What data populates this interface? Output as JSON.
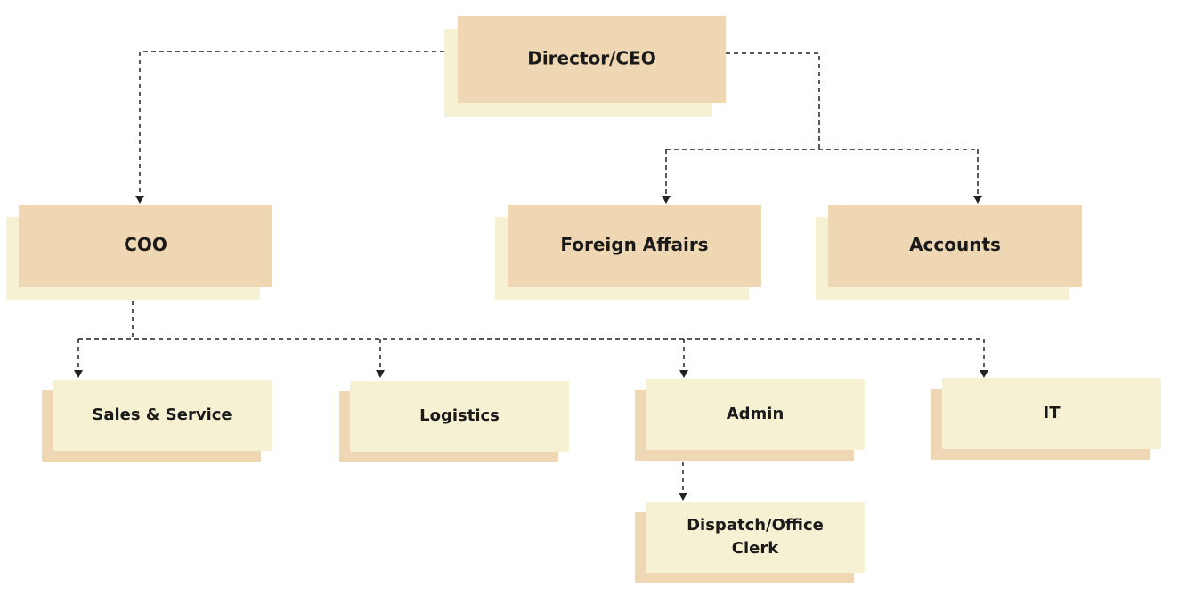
{
  "colors": {
    "tan": "#efd7b4",
    "cream": "#f7f1d3",
    "text": "#1a1a1a",
    "line": "#222222"
  },
  "nodes": {
    "director": {
      "label": "Director/CEO",
      "style": "tan"
    },
    "coo": {
      "label": "COO",
      "style": "tan"
    },
    "foreign_affairs": {
      "label": "Foreign Affairs",
      "style": "tan"
    },
    "accounts": {
      "label": "Accounts",
      "style": "tan"
    },
    "sales_service": {
      "label": "Sales & Service",
      "style": "cream"
    },
    "logistics": {
      "label": "Logistics",
      "style": "cream"
    },
    "admin": {
      "label": "Admin",
      "style": "cream"
    },
    "it": {
      "label": "IT",
      "style": "cream"
    },
    "dispatch_clerk": {
      "label_lines": [
        "Dispatch/Office",
        "Clerk"
      ],
      "style": "cream"
    }
  },
  "edges": [
    {
      "from": "director",
      "to": "coo"
    },
    {
      "from": "director",
      "to": "foreign_affairs"
    },
    {
      "from": "director",
      "to": "accounts"
    },
    {
      "from": "coo",
      "to": "sales_service"
    },
    {
      "from": "coo",
      "to": "logistics"
    },
    {
      "from": "coo",
      "to": "admin"
    },
    {
      "from": "coo",
      "to": "it"
    },
    {
      "from": "admin",
      "to": "dispatch_clerk"
    }
  ]
}
